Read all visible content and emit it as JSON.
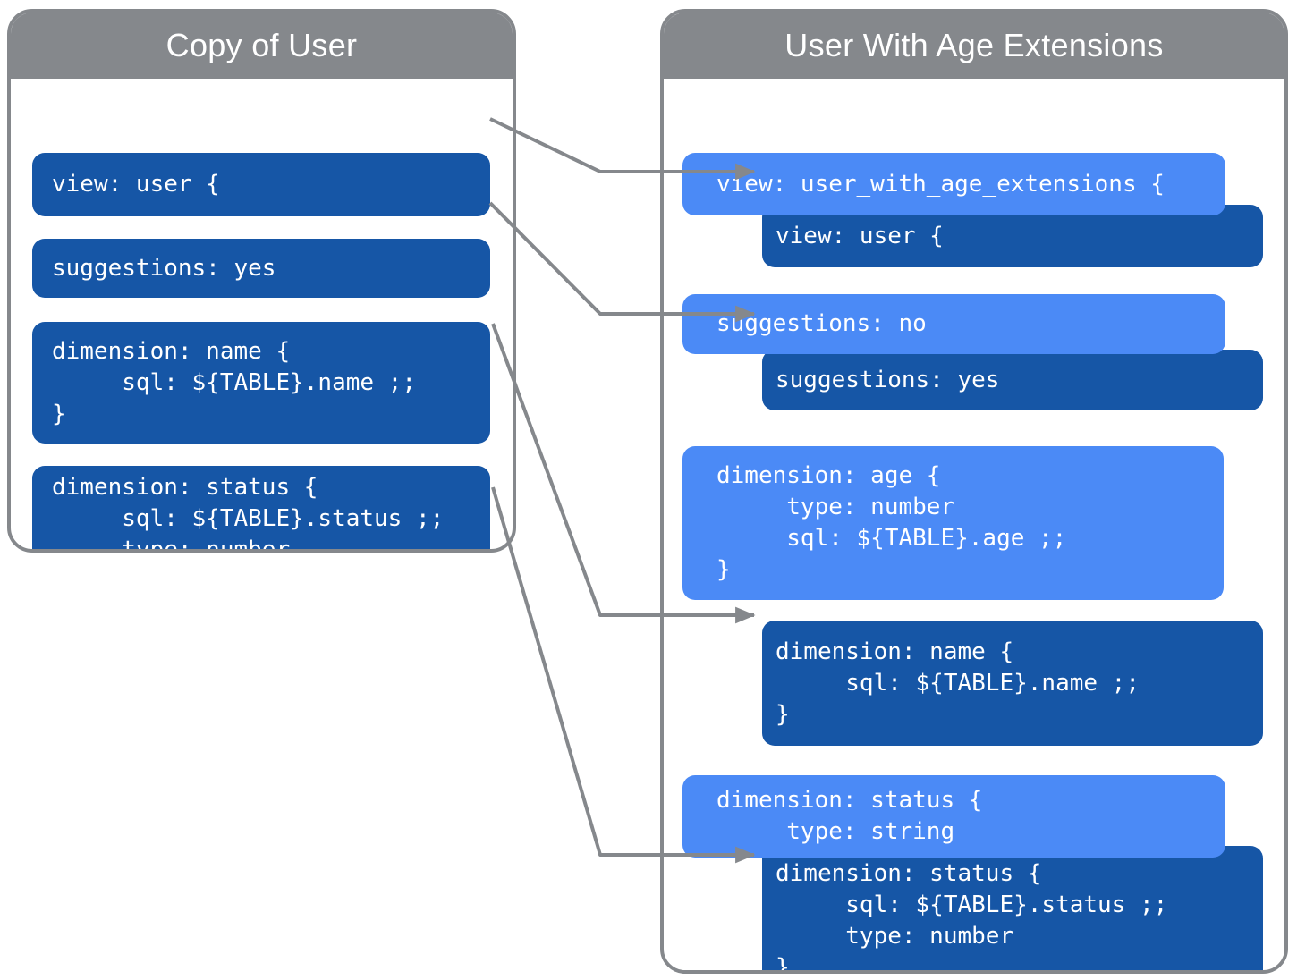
{
  "colors": {
    "dark_block": "#1656a6",
    "light_block": "#4b8af6",
    "frame_gray": "#85888c",
    "text": "#ffffff"
  },
  "left_panel": {
    "title": "Copy of User",
    "blocks": {
      "view": {
        "lines": [
          "view: user {"
        ]
      },
      "suggestions": {
        "lines": [
          "suggestions: yes"
        ]
      },
      "dim_name": {
        "lines": [
          "dimension: name {",
          "     sql: ${TABLE}.name ;;",
          "}"
        ]
      },
      "dim_status": {
        "lines": [
          "dimension: status {",
          "     sql: ${TABLE}.status ;;",
          "     type: number",
          "}"
        ]
      }
    }
  },
  "right_panel": {
    "title": "User With Age Extensions",
    "blocks": {
      "view_ext": {
        "lines": [
          "view: user_with_age_extensions {"
        ]
      },
      "view_inherited": {
        "lines": [
          "view: user {"
        ]
      },
      "suggestions_override": {
        "lines": [
          "suggestions: no"
        ]
      },
      "suggestions_inherited": {
        "lines": [
          "suggestions: yes"
        ]
      },
      "dim_age": {
        "lines": [
          "dimension: age {",
          "     type: number",
          "     sql: ${TABLE}.age ;;",
          "}"
        ]
      },
      "dim_name_inherited": {
        "lines": [
          "dimension: name {",
          "     sql: ${TABLE}.name ;;",
          "}"
        ]
      },
      "dim_status_override": {
        "lines": [
          "dimension: status {",
          "     type: string"
        ]
      },
      "dim_status_inherited": {
        "lines": [
          "dimension: status {",
          "     sql: ${TABLE}.status ;;",
          "     type: number",
          "}"
        ]
      }
    }
  }
}
